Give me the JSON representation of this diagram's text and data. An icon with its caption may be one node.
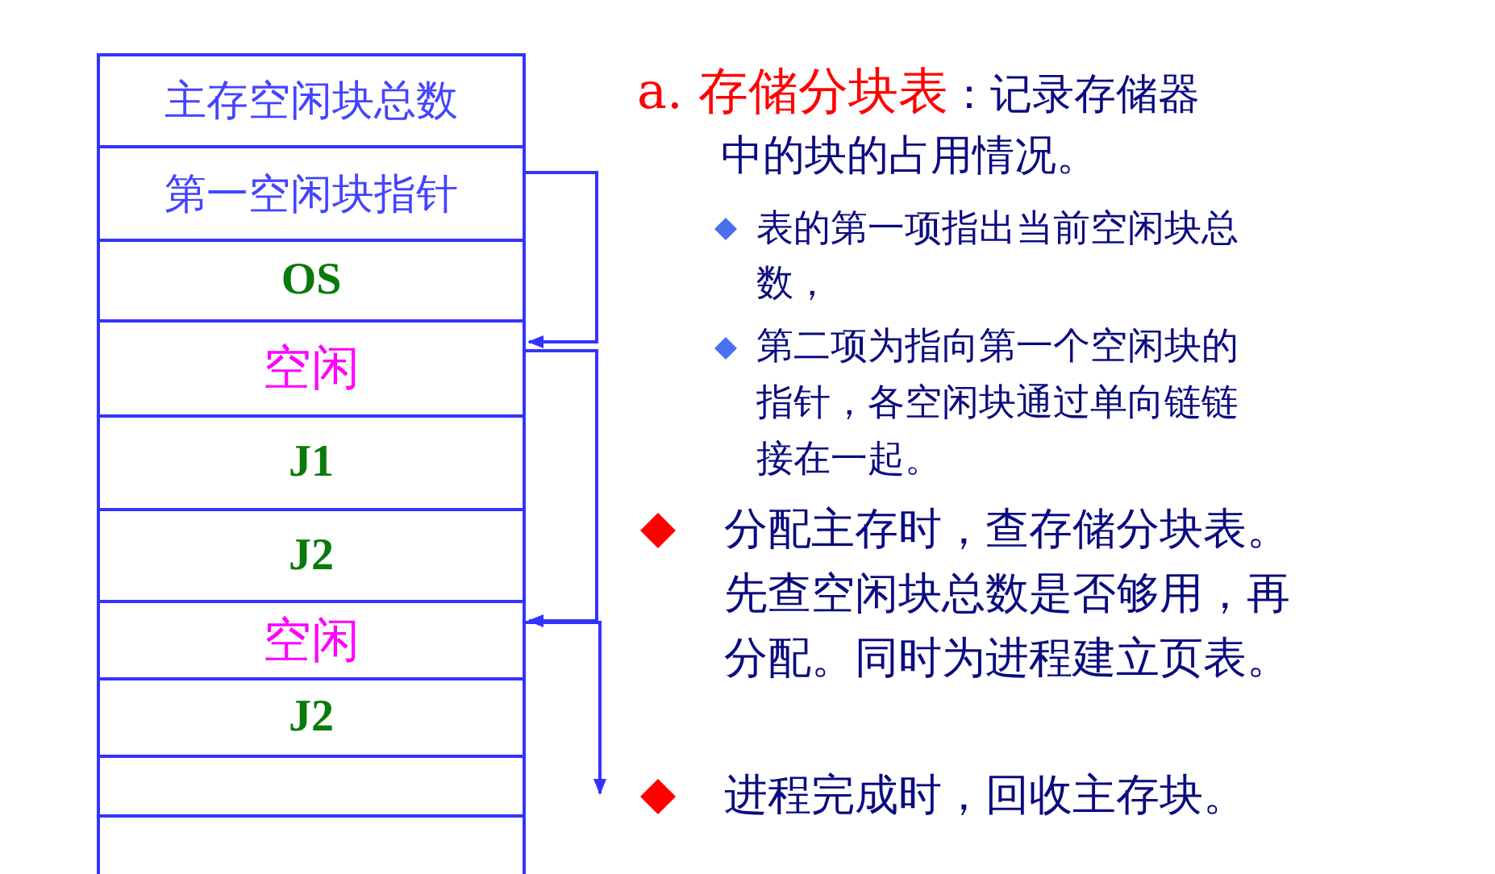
{
  "diagram": {
    "nodes": [
      {
        "text": [
          "主存空闲块总数"
        ]
      },
      {
        "text": [
          "第一空闲块指针"
        ]
      },
      {
        "text": [
          "OS"
        ]
      },
      {
        "text": [
          "空闲"
        ]
      },
      {
        "text": [
          "J1"
        ]
      },
      {
        "text": [
          "J2"
        ]
      },
      {
        "text": [
          "空闲"
        ]
      },
      {
        "text": [
          "J2"
        ]
      },
      {
        "text": [],
        "shape": "box"
      },
      {
        "text": [],
        "shape": "box"
      }
    ],
    "edges": [
      {
        "from": 1,
        "to": 3,
        "arrow": "to"
      },
      {
        "from": 3,
        "to": 6,
        "arrow": "to"
      },
      {
        "from": 6,
        "to": null,
        "arrow": "to"
      }
    ],
    "labels": [
      "a. 存储分块表",
      "：记录存储器中的块的占用情况。",
      "表的第一项指出当前空闲块总数，",
      "第二项为指向第一个空闲块的指针，各空闲块通过单向链链接在一起。",
      "分配主存时，查存储分块表。先查空闲块总数是否够用，再分配。同时为进程建立页表。",
      "进程完成时，回收主存块。"
    ]
  }
}
